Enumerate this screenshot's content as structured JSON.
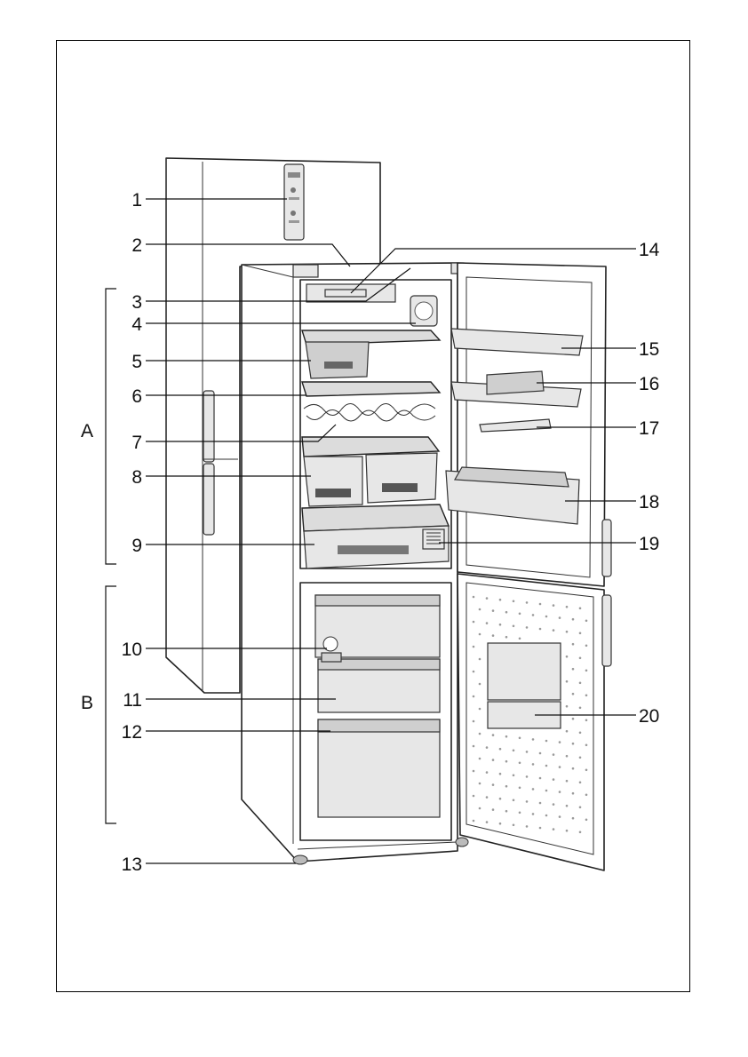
{
  "callouts": [
    {
      "number": "1"
    },
    {
      "number": "2"
    },
    {
      "number": "3"
    },
    {
      "number": "4"
    },
    {
      "number": "5"
    },
    {
      "number": "6"
    },
    {
      "number": "7"
    },
    {
      "number": "8"
    },
    {
      "number": "9"
    },
    {
      "number": "10"
    },
    {
      "number": "11"
    },
    {
      "number": "12"
    },
    {
      "number": "13"
    },
    {
      "number": "14"
    },
    {
      "number": "15"
    },
    {
      "number": "16"
    },
    {
      "number": "17"
    },
    {
      "number": "18"
    },
    {
      "number": "19"
    },
    {
      "number": "20"
    }
  ],
  "sections": [
    {
      "letter": "A"
    },
    {
      "letter": "B"
    }
  ],
  "colors": {
    "outline": "#222222",
    "panel_grey": "#e7e7e7",
    "shelf_grey": "#dcdcdc"
  }
}
